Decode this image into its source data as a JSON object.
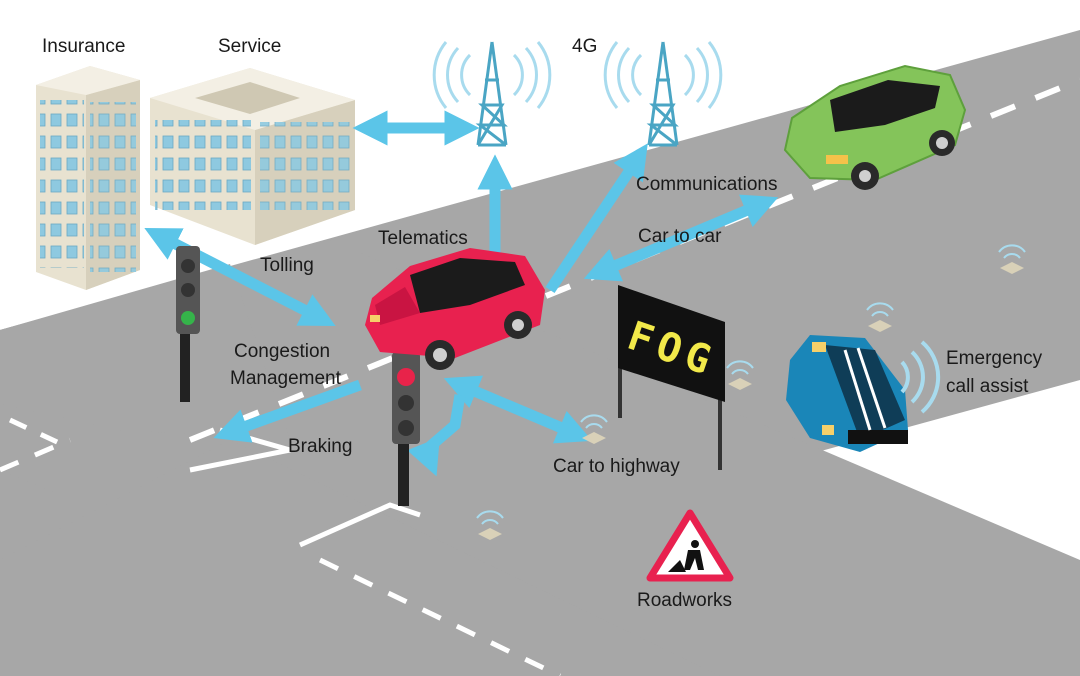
{
  "labels": {
    "insurance": "Insurance",
    "service": "Service",
    "four_g": "4G",
    "communications": "Communications",
    "car_to_car": "Car to car",
    "telematics": "Telematics",
    "tolling": "Tolling",
    "congestion_line1": "Congestion",
    "congestion_line2": "Management",
    "braking": "Braking",
    "car_to_highway": "Car to highway",
    "emergency_line1": "Emergency",
    "emergency_line2": "call assist",
    "roadworks": "Roadworks",
    "fog_sign": "FOG"
  },
  "colors": {
    "road": "#a7a7a7",
    "arrow": "#5bc5e8",
    "red_car": "#e8214f",
    "green_car": "#84c45a",
    "blue_car": "#1a86b8",
    "tower": "#4aa5c4",
    "building": "#e8e2d0",
    "window": "#8ec9e0"
  },
  "icons": [
    "cell-tower-icon",
    "traffic-light-icon",
    "sensor-icon",
    "roadworks-warning-icon",
    "fog-sign-icon"
  ]
}
